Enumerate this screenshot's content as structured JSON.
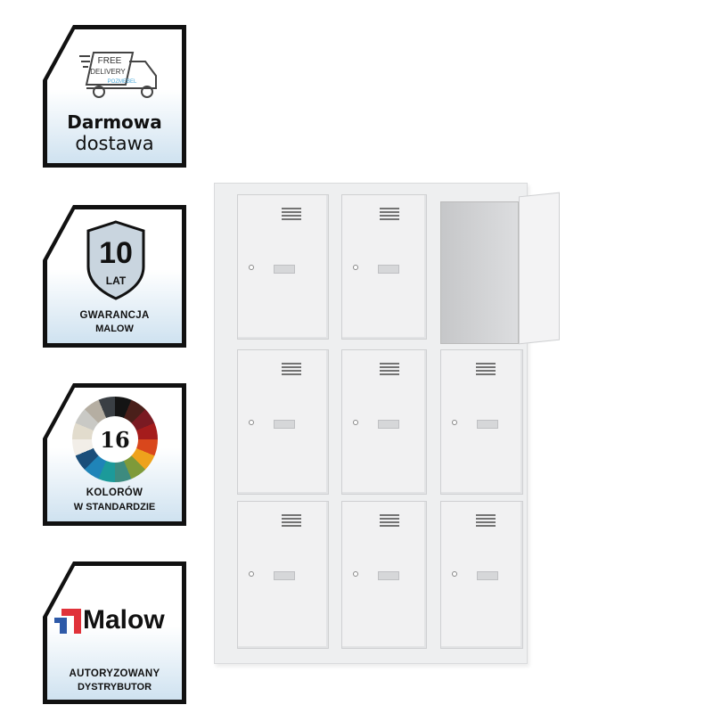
{
  "badges": {
    "delivery": {
      "truck_line1": "FREE",
      "truck_line2": "DELIVERY",
      "truck_brand": "POZMEBEL",
      "title": "Darmowa",
      "subtitle": "dostawa"
    },
    "warranty": {
      "number": "10",
      "unit": "LAT",
      "title": "GWARANCJA",
      "subtitle": "MALOW"
    },
    "colors": {
      "number": "16",
      "title": "KOLORÓW",
      "subtitle": "W STANDARDZIE",
      "palette": [
        "#141414",
        "#4a1f1a",
        "#7a1a22",
        "#a51c1c",
        "#d9471c",
        "#eea21c",
        "#7e9a3a",
        "#3d8b7f",
        "#1c9a9a",
        "#1f84b8",
        "#1a4e7a",
        "#f2eee8",
        "#e2dccd",
        "#c9c9c5",
        "#b5aea2",
        "#3a3f44"
      ]
    },
    "distributor": {
      "brand": "Malow",
      "title": "AUTORYZOWANY",
      "subtitle": "DYSTRYBUTOR",
      "logo_red": "#e0323a",
      "logo_blue": "#2e5aa8"
    }
  }
}
